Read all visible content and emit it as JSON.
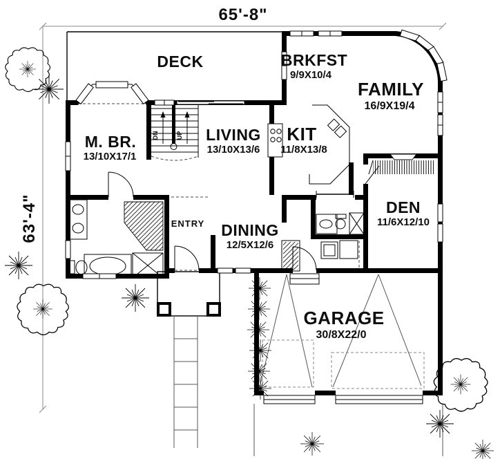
{
  "plan": {
    "overall_width": "65'-8\"",
    "overall_depth": "63'-4\""
  },
  "rooms": [
    {
      "name": "DECK",
      "dims": ""
    },
    {
      "name": "BRKFST",
      "dims": "9/9X10/4"
    },
    {
      "name": "FAMILY",
      "dims": "16/9X19/4"
    },
    {
      "name": "M. BR.",
      "dims": "13/10X17/1"
    },
    {
      "name": "LIVING",
      "dims": "13/10X13/6"
    },
    {
      "name": "KIT",
      "dims": "11/8X13/8"
    },
    {
      "name": "ENTRY",
      "dims": ""
    },
    {
      "name": "DINING",
      "dims": "12/5X12/6"
    },
    {
      "name": "DEN",
      "dims": "11/6X12/10"
    },
    {
      "name": "GARAGE",
      "dims": "30/8X22/0"
    }
  ],
  "stairs": {
    "down": "DN",
    "up": "UP"
  }
}
